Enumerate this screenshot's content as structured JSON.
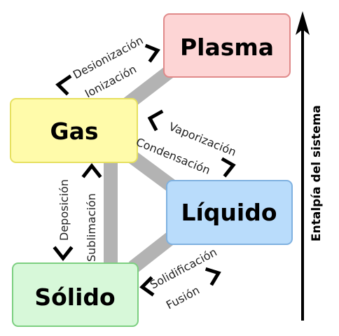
{
  "states": {
    "plasma": {
      "label": "Plasma",
      "fill": "#fdd5d5",
      "stroke": "#e08a8a"
    },
    "gas": {
      "label": "Gas",
      "fill": "#fffbaa",
      "stroke": "#e6e060"
    },
    "liquid": {
      "label": "Líquido",
      "fill": "#b9dcfb",
      "stroke": "#7fb1e0"
    },
    "solid": {
      "label": "Sólido",
      "fill": "#d7f8d9",
      "stroke": "#7ccf80"
    }
  },
  "transitions": {
    "deionization": "Desionización",
    "ionization": "Ionización",
    "vaporization": "Vaporización",
    "condensation": "Condensación",
    "deposition": "Deposición",
    "sublimation": "Sublimación",
    "solidification": "Solidificación",
    "fusion": "Fusión"
  },
  "axis": {
    "label": "Entalpía del sistema"
  },
  "colors": {
    "connector": "#b3b3b3",
    "arrow": "#000000"
  }
}
